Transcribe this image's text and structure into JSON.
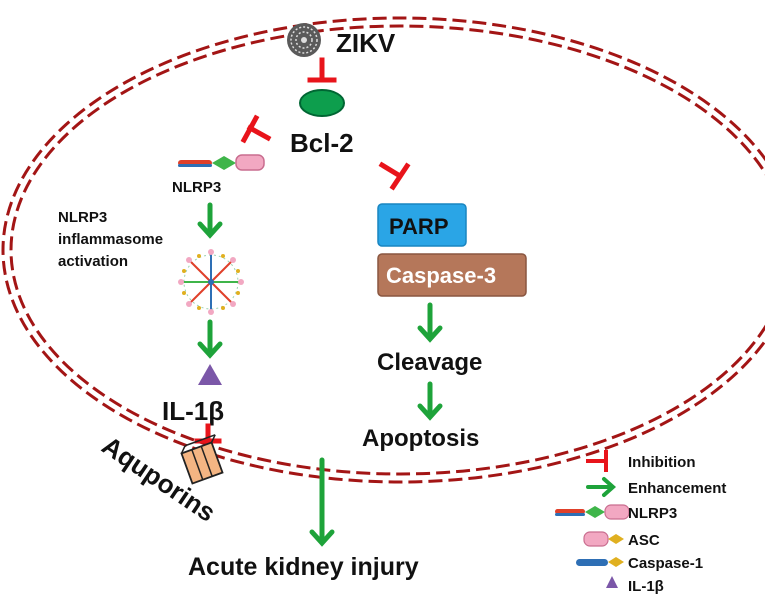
{
  "virus": {
    "label": "ZIKV"
  },
  "nodes": {
    "bcl2": "Bcl-2",
    "nlrp3": "NLRP3",
    "inflammasome_line1": "NLRP3",
    "inflammasome_line2": "inflammasome",
    "inflammasome_line3": "activation",
    "il1b": "IL-1β",
    "aquaporins": "Aquporins",
    "parp": "PARP",
    "caspase3": "Caspase-3",
    "cleavage": "Cleavage",
    "apoptosis": "Apoptosis",
    "outcome": "Acute kidney injury"
  },
  "legend": {
    "inhibition": "Inhibition",
    "enhancement": "Enhancement",
    "nlrp3": "NLRP3",
    "asc": "ASC",
    "caspase1": "Caspase-1",
    "il1b": "IL-1β"
  },
  "colors": {
    "membrane": "#a31515",
    "inhibition": "#e8141b",
    "enhancement": "#1ea33a",
    "bcl2_fill": "#0d9e4d",
    "parp_fill": "#2aa5e6",
    "caspase3_fill": "#b5775a",
    "il1b_fill": "#7b57a8",
    "aquaporin_fill": "#f4b583"
  }
}
